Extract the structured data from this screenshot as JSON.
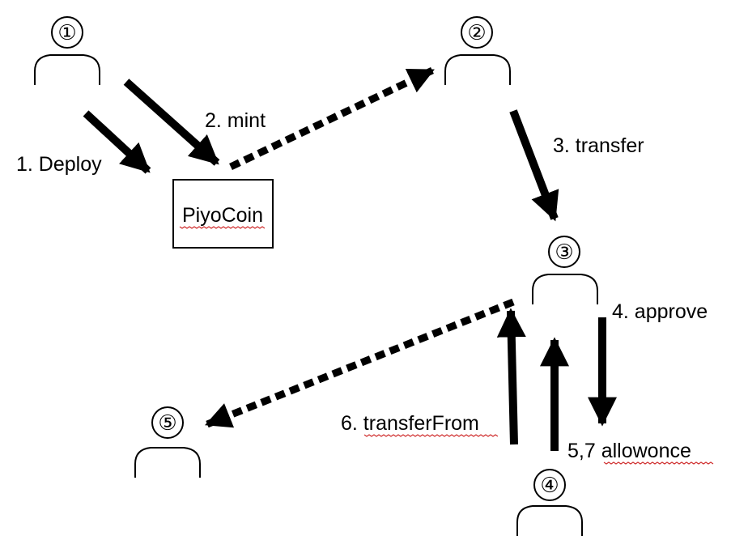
{
  "participants": [
    {
      "id": "1",
      "label": "①"
    },
    {
      "id": "2",
      "label": "②"
    },
    {
      "id": "3",
      "label": "③"
    },
    {
      "id": "4",
      "label": "④"
    },
    {
      "id": "5",
      "label": "⑤"
    }
  ],
  "contract": {
    "label": "PiyoCoin"
  },
  "steps": {
    "deploy": "1. Deploy",
    "mint": "2. mint",
    "transfer": "3. transfer",
    "approve": "4. approve",
    "transfer_from": "6. transferFrom",
    "allowance": "5,7 allowonce"
  },
  "colors": {
    "line": "#000000",
    "spellcheck": "#d03030"
  }
}
